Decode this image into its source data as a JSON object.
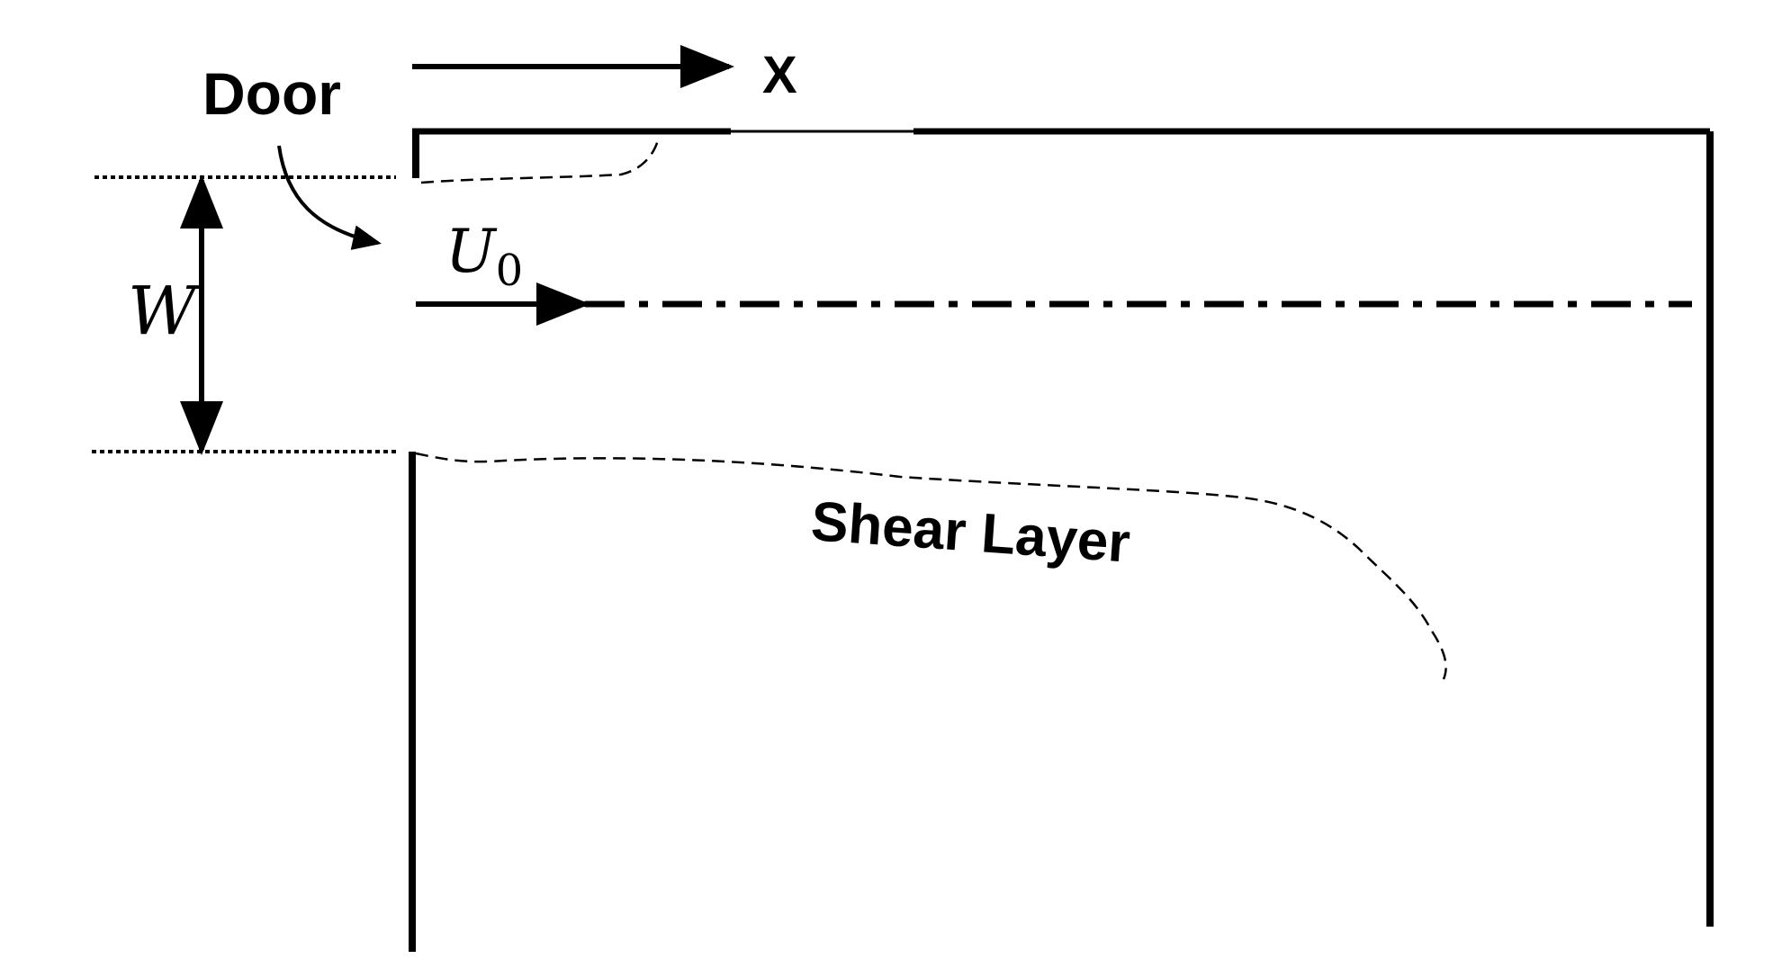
{
  "labels": {
    "door": "Door",
    "axis_x": "X",
    "width_symbol": "W",
    "velocity_symbol": "U",
    "velocity_subscript": "0",
    "shear_layer": "Shear Layer"
  },
  "colors": {
    "ink": "#000000",
    "background": "#ffffff"
  }
}
